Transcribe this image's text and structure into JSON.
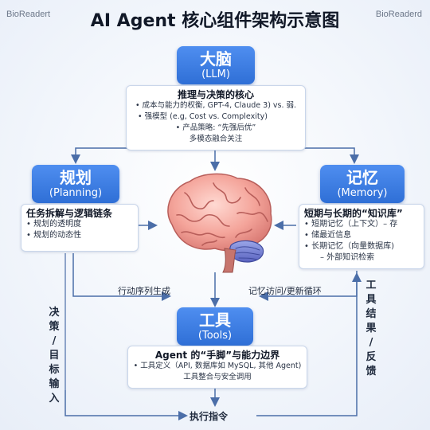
{
  "watermarks": {
    "left": "BioReadert",
    "right": "BioReaderd"
  },
  "title": "AI Agent 核心组件架构示意图",
  "llm": {
    "label": "大脑",
    "sublabel": "(LLM)",
    "heading": "推理与决策的核心",
    "lines": [
      "• 成本与能力的权衡, GPT-4, Claude 3) vs. 弱.",
      "• 强模型 (e.g,  Cost vs. Complexity)",
      "• 产品策略: “先强后优”",
      "多模态融合关注"
    ]
  },
  "planning": {
    "label": "规划",
    "sublabel": "(Planning)",
    "heading": "任务拆解与逻辑链条",
    "lines": [
      "• 规划的透明度",
      "• 规划的动态性"
    ]
  },
  "memory": {
    "label": "记忆",
    "sublabel": "(Memory)",
    "heading": "短期与长期的“知识库”",
    "lines": [
      "• 短期记忆（上下文）– 存",
      "• 储最近信息",
      "• 长期记忆（向量数据库)",
      "– 外部知识检索"
    ]
  },
  "tools": {
    "label": "工具",
    "sublabel": "(Tools)",
    "heading": "Agent 的“手脚”与能力边界",
    "lines": [
      "• 工具定义（API, 数据库如 MySQL, 其他 Agent)",
      "工具整合与安全调用"
    ]
  },
  "flows": {
    "action_sequence": "行动序列生成",
    "memory_access": "记忆访问/更新循环",
    "decision_goal": [
      "决",
      "策",
      "/",
      "目",
      "标",
      "输",
      "入"
    ],
    "tool_feedback": [
      "工",
      "具",
      "结",
      "果",
      "/",
      "反",
      "馈"
    ],
    "execute": "执行指令"
  },
  "colors": {
    "accent": "#2f6fd6",
    "arrow": "#4b6ea8"
  },
  "icons": {
    "center": "brain-icon"
  }
}
